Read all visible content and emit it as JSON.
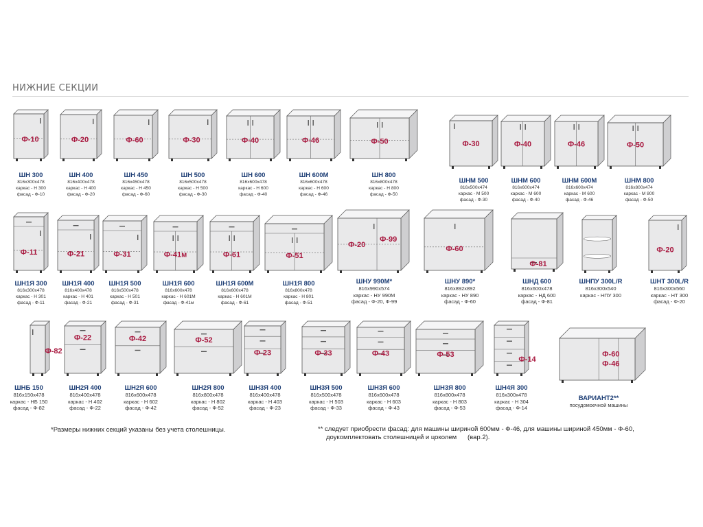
{
  "header": {
    "title": "НИЖНИЕ СЕКЦИИ"
  },
  "items": [
    {
      "id": "sh300",
      "name": "ШН 300",
      "size": "816x300x478",
      "karkas": "каркас - Н 300",
      "fasad": "фасад - Ф-10",
      "code": "Ф-10"
    },
    {
      "id": "sh400",
      "name": "ШН 400",
      "size": "816x400x478",
      "karkas": "каркас - Н 400",
      "fasad": "фасад - Ф-20",
      "code": "Ф-20"
    },
    {
      "id": "sh450",
      "name": "ШН 450",
      "size": "816x450x478",
      "karkas": "каркас - Н 450",
      "fasad": "фасад - Ф-60",
      "code": "Ф-60"
    },
    {
      "id": "sh500",
      "name": "ШН 500",
      "size": "816x500x478",
      "karkas": "каркас - Н 500",
      "fasad": "фасад - Ф-30",
      "code": "Ф-30"
    },
    {
      "id": "sh600",
      "name": "ШН 600",
      "size": "816x600x478",
      "karkas": "каркас - Н 600",
      "fasad": "фасад - Ф-40",
      "code": "Ф-40"
    },
    {
      "id": "sh600m",
      "name": "ШН 600М",
      "size": "816x600x478",
      "karkas": "каркас - Н 600",
      "fasad": "фасад - Ф-46",
      "code": "Ф-46"
    },
    {
      "id": "sh800",
      "name": "ШН 800",
      "size": "816x800x478",
      "karkas": "каркас - Н 800",
      "fasad": "фасад - Ф-50",
      "code": "Ф-50"
    },
    {
      "id": "shm500",
      "name": "ШНМ 500",
      "size": "816x500x474",
      "karkas": "каркас - М 500",
      "fasad": "фасад - Ф-30",
      "code": "Ф-30"
    },
    {
      "id": "shm600",
      "name": "ШНМ 600",
      "size": "816x600x474",
      "karkas": "каркас - М 600",
      "fasad": "фасад - Ф-40",
      "code": "Ф-40"
    },
    {
      "id": "shm600m",
      "name": "ШНМ 600М",
      "size": "816x600x474",
      "karkas": "каркас - М 600",
      "fasad": "фасад - Ф-46",
      "code": "Ф-46"
    },
    {
      "id": "shm800",
      "name": "ШНМ 800",
      "size": "816x800x474",
      "karkas": "каркас - М 800",
      "fasad": "фасад - Ф-50",
      "code": "Ф-50"
    },
    {
      "id": "sh1ya300",
      "name": "ШН1Я 300",
      "size": "816x300x478",
      "karkas": "каркас - Н 301",
      "fasad": "фасад - Ф-11",
      "code": "Ф-11"
    },
    {
      "id": "sh1ya400",
      "name": "ШН1Я 400",
      "size": "816x400x478",
      "karkas": "каркас - Н 401",
      "fasad": "фасад - Ф-21",
      "code": "Ф-21"
    },
    {
      "id": "sh1ya500",
      "name": "ШН1Я 500",
      "size": "816x500x478",
      "karkas": "каркас - Н 501",
      "fasad": "фасад - Ф-31",
      "code": "Ф-31"
    },
    {
      "id": "sh1ya600",
      "name": "ШН1Я 600",
      "size": "816x600x478",
      "karkas": "каркас - Н 601М",
      "fasad": "фасад - Ф-41м",
      "code": "Ф-41м"
    },
    {
      "id": "sh1ya600m",
      "name": "ШН1Я 600М",
      "size": "816x600x478",
      "karkas": "каркас - Н 601М",
      "fasad": "фасад - Ф-61",
      "code": "Ф-61"
    },
    {
      "id": "sh1ya800",
      "name": "ШН1Я 800",
      "size": "816x800x478",
      "karkas": "каркас - Н 801",
      "fasad": "фасад - Ф-51",
      "code": "Ф-51"
    },
    {
      "id": "shnu990m",
      "name": "ШНУ 990М*",
      "size": "816x990x574",
      "karkas": "каркас - НУ 990М",
      "fasad": "фасад - Ф-20, Ф-99",
      "code": "Ф-20",
      "code2": "Ф-99"
    },
    {
      "id": "shnu890",
      "name": "ШНУ 890*",
      "size": "816x892x892",
      "karkas": "каркас - НУ 890",
      "fasad": "фасад - Ф-60",
      "code": "Ф-60"
    },
    {
      "id": "shnd600",
      "name": "ШНД 600",
      "size": "816x600x478",
      "karkas": "каркас - НД 600",
      "fasad": "фасад - Ф-81",
      "code": "Ф-81"
    },
    {
      "id": "shnpu300",
      "name": "ШНПУ 300L/R",
      "size": "816x300x540",
      "karkas": "каркас - НПУ 300",
      "fasad": "",
      "code": ""
    },
    {
      "id": "shnt300",
      "name": "ШНТ 300L/R",
      "size": "816x300x560",
      "karkas": "каркас - НТ 300",
      "fasad": "фасад - Ф-20",
      "code": "Ф-20"
    },
    {
      "id": "shnb150",
      "name": "ШНБ 150",
      "size": "816x150x478",
      "karkas": "каркас - НБ 150",
      "fasad": "фасад - Ф-82",
      "code": "Ф-82"
    },
    {
      "id": "sh2ya400",
      "name": "ШН2Я 400",
      "size": "816x400x478",
      "karkas": "каркас - Н 402",
      "fasad": "фасад - Ф-22",
      "code": "Ф-22"
    },
    {
      "id": "sh2ya600",
      "name": "ШН2Я 600",
      "size": "816x600x478",
      "karkas": "каркас - Н 602",
      "fasad": "фасад - Ф-42",
      "code": "Ф-42"
    },
    {
      "id": "sh2ya800",
      "name": "ШН2Я 800",
      "size": "816x800x478",
      "karkas": "каркас - Н 802",
      "fasad": "фасад - Ф-52",
      "code": "Ф-52"
    },
    {
      "id": "sh3ya400",
      "name": "ШН3Я 400",
      "size": "816x400x478",
      "karkas": "каркас - Н 403",
      "fasad": "фасад - Ф-23",
      "code": "Ф-23"
    },
    {
      "id": "sh3ya500",
      "name": "ШН3Я 500",
      "size": "816x500x478",
      "karkas": "каркас - Н 503",
      "fasad": "фасад - Ф-33",
      "code": "Ф-33"
    },
    {
      "id": "sh3ya600",
      "name": "ШН3Я 600",
      "size": "816x600x478",
      "karkas": "каркас - Н 603",
      "fasad": "фасад - Ф-43",
      "code": "Ф-43"
    },
    {
      "id": "sh3ya800",
      "name": "ШН3Я 800",
      "size": "816x800x478",
      "karkas": "каркас - Н 803",
      "fasad": "фасад - Ф-53",
      "code": "Ф-53"
    },
    {
      "id": "sh4ya300",
      "name": "ШН4Я 300",
      "size": "816x300x478",
      "karkas": "каркас - Н 304",
      "fasad": "фасад - Ф-14",
      "code": "Ф-14"
    },
    {
      "id": "variant2",
      "name": "ВАРИАНТ2**",
      "size": "посудомоечной машины",
      "karkas": "",
      "fasad": "",
      "code": "Ф-60",
      "code2": "Ф-46"
    }
  ],
  "notes": {
    "left": "*Размеры нижних секций указаны без учета столешницы.",
    "right_line1": "** следует приобрести фасад: для машины шириной 600мм - Ф-46, для машины шириной 450мм - Ф-60,",
    "right_line2": "доукомплектовать столешницей и цоколем",
    "right_line2b": "(вар.2)."
  },
  "colors": {
    "code": "#a8173e",
    "name": "#1d3e75",
    "cabinet_front": "#e9e9ea",
    "cabinet_side": "#cfcfd1",
    "cabinet_top": "#f5f5f6",
    "outline": "#555555"
  }
}
